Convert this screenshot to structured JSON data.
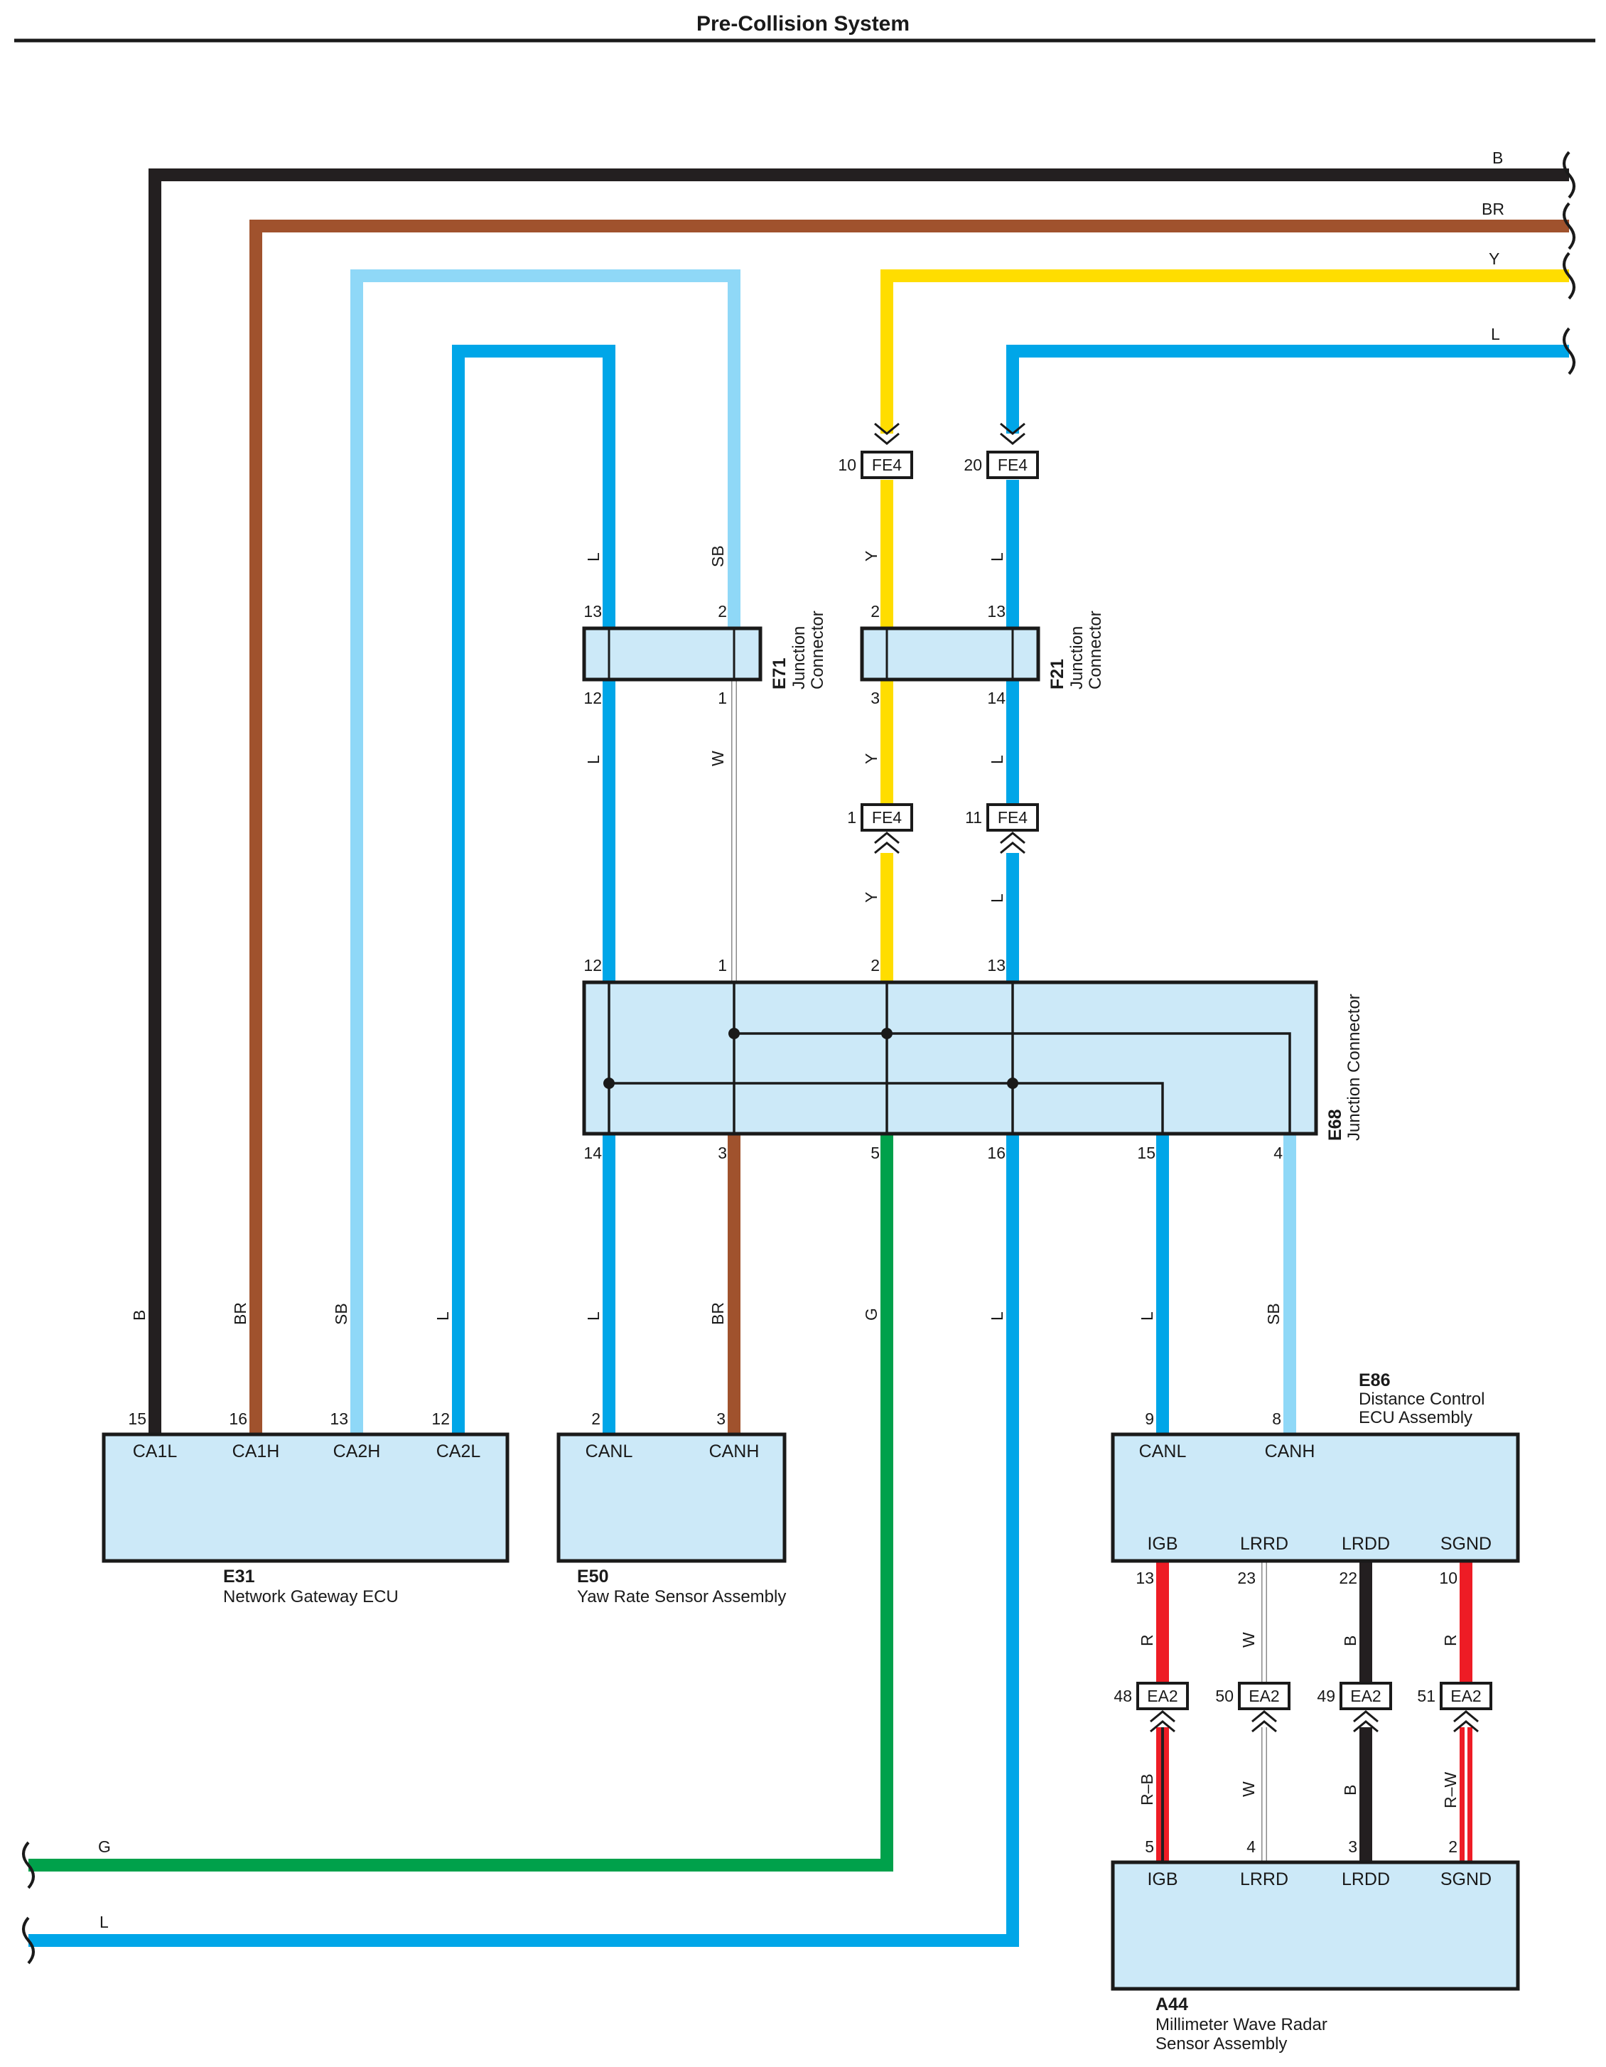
{
  "title": "Pre-Collision System",
  "colors": {
    "B": "#231f20",
    "BR": "#a0522d",
    "Y": "#ffdd00",
    "L": "#00a6e8",
    "SB": "#8fd8f7",
    "W": "#bbbbbb",
    "G": "#00a14b",
    "R": "#ee1c25",
    "box_fill": "#cce9f8"
  },
  "right_harness": [
    "B",
    "BR",
    "Y",
    "L"
  ],
  "left_harness": [
    "G",
    "L"
  ],
  "junction_e71": {
    "code": "E71",
    "name_line1": "Junction",
    "name_line2": "Connector"
  },
  "junction_f21": {
    "code": "F21",
    "name_line1": "Junction",
    "name_line2": "Connector"
  },
  "junction_e68": {
    "code": "E68",
    "name": "Junction Connector"
  },
  "fe4": {
    "label": "FE4",
    "top_left_pin": "10",
    "top_right_pin": "20",
    "bottom_left_pin": "1",
    "bottom_right_pin": "11"
  },
  "e71_pins": {
    "top_left": "13",
    "top_right": "2",
    "bottom_left": "12",
    "bottom_right": "1"
  },
  "f21_pins": {
    "top_left": "2",
    "top_right": "13",
    "bottom_left": "3",
    "bottom_right": "14"
  },
  "e68_top_pins": [
    "12",
    "1",
    "2",
    "13"
  ],
  "e68_bottom_pins": [
    "14",
    "3",
    "5",
    "16",
    "15",
    "4"
  ],
  "upper_wire_labels": {
    "a": "L",
    "b": "SB",
    "c": "Y",
    "d": "L"
  },
  "middle_wire_labels": {
    "a": "L",
    "b": "W",
    "c": "Y",
    "d": "L"
  },
  "lower_wire_labels": {
    "c": "Y",
    "d": "L"
  },
  "low_wire_labels": [
    "B",
    "BR",
    "SB",
    "L",
    "L",
    "BR",
    "G",
    "L",
    "L",
    "SB"
  ],
  "e31": {
    "code": "E31",
    "name": "Network Gateway ECU",
    "pins": [
      "15",
      "16",
      "13",
      "12"
    ],
    "terminals": [
      "CA1L",
      "CA1H",
      "CA2H",
      "CA2L"
    ]
  },
  "e50": {
    "code": "E50",
    "name": "Yaw Rate Sensor Assembly",
    "pins": [
      "2",
      "3"
    ],
    "terminals": [
      "CANL",
      "CANH"
    ]
  },
  "e86": {
    "code": "E86",
    "name_line1": "Distance Control",
    "name_line2": "ECU Assembly",
    "top_pins": [
      "9",
      "8"
    ],
    "top_terminals": [
      "CANL",
      "CANH"
    ],
    "bottom_terminals": [
      "IGB",
      "LRRD",
      "LRDD",
      "SGND"
    ],
    "bottom_pins": [
      "13",
      "23",
      "22",
      "10"
    ]
  },
  "ea2": {
    "label": "EA2",
    "pins": [
      "48",
      "50",
      "49",
      "51"
    ],
    "upper_wire_labels": [
      "R",
      "W",
      "B",
      "R"
    ],
    "lower_wire_labels": [
      "R–B",
      "W",
      "B",
      "R–W"
    ]
  },
  "a44": {
    "code": "A44",
    "name_line1": "Millimeter Wave Radar",
    "name_line2": "Sensor Assembly",
    "pins": [
      "5",
      "4",
      "3",
      "2"
    ],
    "terminals": [
      "IGB",
      "LRRD",
      "LRDD",
      "SGND"
    ]
  }
}
